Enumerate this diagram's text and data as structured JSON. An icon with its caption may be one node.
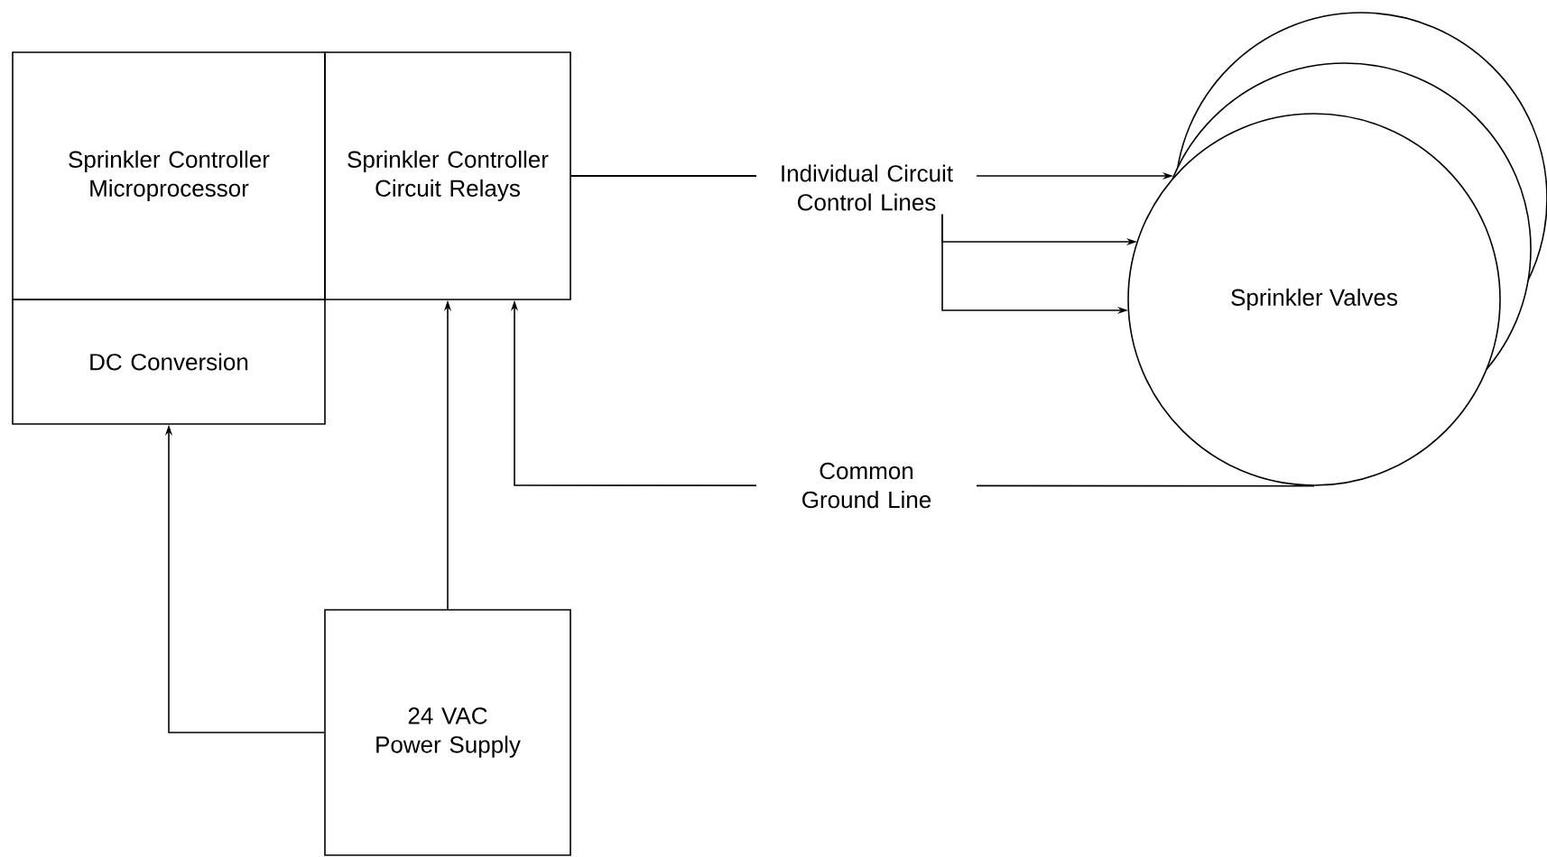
{
  "diagram": {
    "nodes": [
      {
        "text": [
          "Sprinkler Controller Microprocessor"
        ]
      },
      {
        "text": [
          "Sprinkler Controller Circuit Relays"
        ]
      },
      {
        "text": [
          "DC Conversion"
        ]
      },
      {
        "text": [
          "24 VAC Power Supply"
        ]
      },
      {
        "text": [
          "Sprinkler Valves"
        ]
      }
    ],
    "edges": [
      {
        "from": 1,
        "to": 4,
        "arrow": "to",
        "label": "Individual Circuit Control Lines"
      },
      {
        "from": 1,
        "to": 4,
        "arrow": "to"
      },
      {
        "from": 1,
        "to": 4,
        "arrow": "to"
      },
      {
        "from": 4,
        "to": 1,
        "arrow": "to",
        "label": "Common Ground Line"
      },
      {
        "from": 3,
        "to": 1,
        "arrow": "to"
      },
      {
        "from": 3,
        "to": 2,
        "arrow": "to"
      }
    ]
  }
}
